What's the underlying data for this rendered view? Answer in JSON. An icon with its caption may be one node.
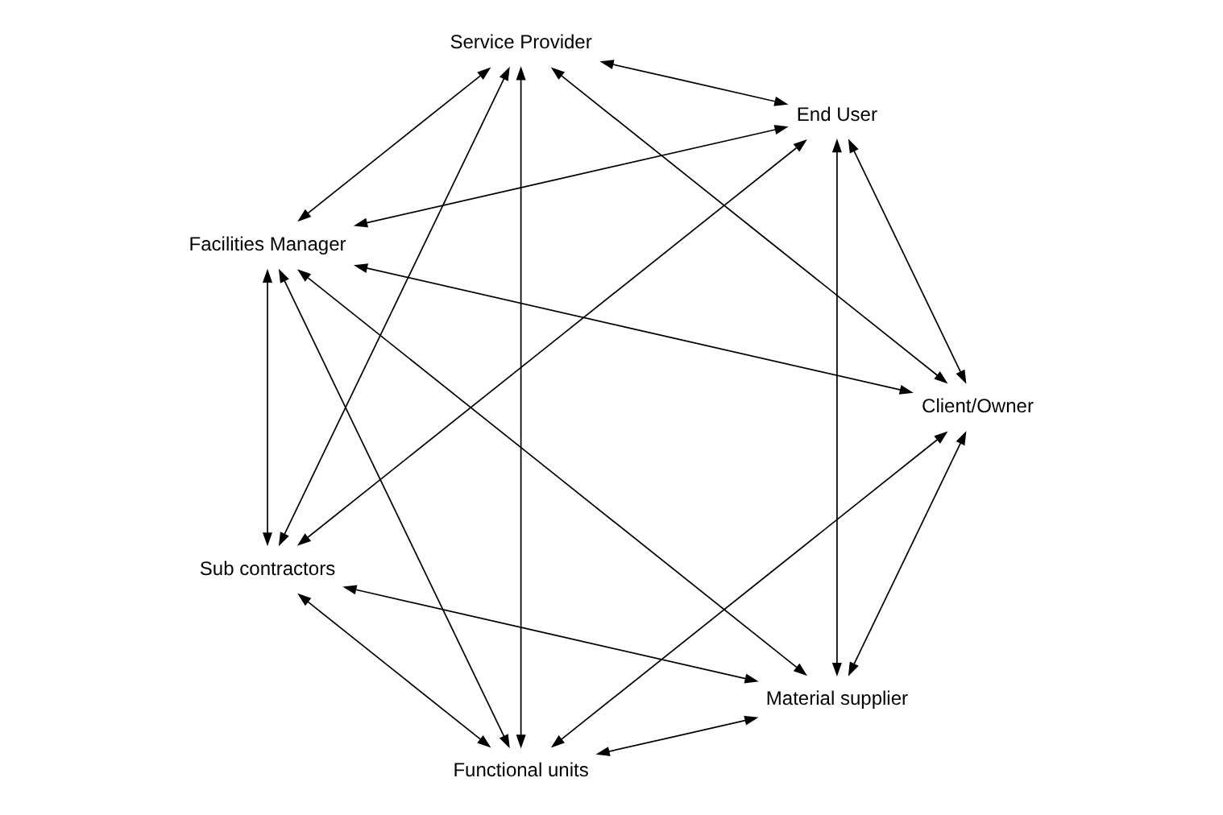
{
  "diagram": {
    "nodes": [
      {
        "text": [
          "Client/Owner"
        ]
      },
      {
        "text": [
          "End User"
        ]
      },
      {
        "text": [
          "Functional units"
        ]
      },
      {
        "text": [
          "Facilities Manager"
        ]
      },
      {
        "text": [
          "Service Provider"
        ]
      },
      {
        "text": [
          "Material supplier"
        ]
      },
      {
        "text": [
          "Sub contractors"
        ]
      }
    ],
    "edges": [
      {
        "from": 0,
        "to": 1,
        "arrow": "both"
      },
      {
        "from": 0,
        "to": 2,
        "arrow": "both"
      },
      {
        "from": 0,
        "to": 3,
        "arrow": "both"
      },
      {
        "from": 0,
        "to": 4,
        "arrow": "both"
      },
      {
        "from": 0,
        "to": 5,
        "arrow": "both"
      },
      {
        "from": 1,
        "to": 4,
        "arrow": "both"
      },
      {
        "from": 1,
        "to": 6,
        "arrow": "both"
      },
      {
        "from": 1,
        "to": 3,
        "arrow": "both"
      },
      {
        "from": 1,
        "to": 5,
        "arrow": "both"
      },
      {
        "from": 2,
        "to": 3,
        "arrow": "both"
      },
      {
        "from": 2,
        "to": 4,
        "arrow": "both"
      },
      {
        "from": 2,
        "to": 5,
        "arrow": "both"
      },
      {
        "from": 2,
        "to": 6,
        "arrow": "both"
      },
      {
        "from": 3,
        "to": 4,
        "arrow": "both"
      },
      {
        "from": 3,
        "to": 5,
        "arrow": "both"
      },
      {
        "from": 3,
        "to": 6,
        "arrow": "both"
      },
      {
        "from": 4,
        "to": 6,
        "arrow": "both"
      },
      {
        "from": 5,
        "to": 6,
        "arrow": "both"
      }
    ]
  }
}
